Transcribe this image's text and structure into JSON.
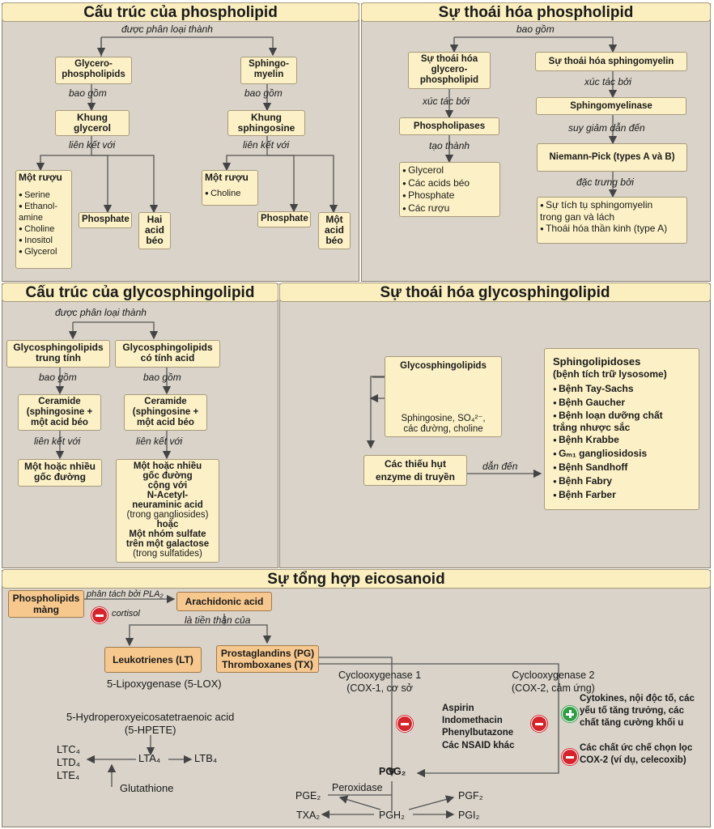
{
  "panels": {
    "p1_title": "Cấu trúc của phospholipid",
    "p2_title": "Sự thoái hóa phospholipid",
    "p3_title": "Cấu trúc của glycosphingolipid",
    "p4_title": "Sự thoái hóa glycosphingolipid",
    "p5_title": "Sự tổng hợp eicosanoid"
  },
  "p1": {
    "classified": "được phân loại thành",
    "glycero": "Glycero-\nphospholipids",
    "sphingo": "Sphingo-\nmyelin",
    "includes": "bao gồm",
    "glycerol_frame": "Khung\nglycerol",
    "sphingosine_frame": "Khung\nsphingosine",
    "linked_with": "liên kết với",
    "alcohol_title": "Một rượu",
    "alcohols": [
      "Serine",
      "Ethanol-\namine",
      "Choline",
      "Inositol",
      "Glycerol"
    ],
    "phosphate": "Phosphate",
    "two_fatty": "Hai\nacid\nbéo",
    "alcohol_title2": "Một rượu",
    "choline": "Choline",
    "phosphate2": "Phosphate",
    "one_fatty": "Một\nacid\nbéo"
  },
  "p2": {
    "includes": "bao gồm",
    "deg_glycero": "Sự thoái hóa\nglycero-\nphospholipid",
    "deg_sphingo": "Sự thoái hóa sphingomyelin",
    "catalyzed": "xúc tác bởi",
    "phospholipases": "Phospholipases",
    "sphingomyelinase": "Sphingomyelinase",
    "forms": "tạo thành",
    "deficiency_leads": "suy giảm dẫn đến",
    "products": [
      "Glycerol",
      "Các acids béo",
      "Phosphate",
      "Các rượu"
    ],
    "niemann": "Niemann-Pick (types A  và  B)",
    "characterized": "đặc trưng bởi",
    "features": [
      "Sự tích tụ sphingomyelin\ntrong gan và lách",
      "Thoái hóa thần kinh (type A)"
    ]
  },
  "p3": {
    "classified": "được phân loại thành",
    "neutral": "Glycosphingolipids\ntrung tính",
    "acidic": "Glycosphingolipids\ncó tính acid",
    "includes": "bao gồm",
    "ceramide": "Ceramide\n(sphingosine +\nmột acid béo",
    "linked_with": "liên kết với",
    "sugars": "Một hoặc nhiều\ngốc đường",
    "acid_lines": [
      "Một hoặc nhiều",
      "gốc đường",
      "cộng với",
      "N-Acetyl-",
      "neuraminic acid",
      "(trong gangliosides)",
      "hoặc",
      "Một nhóm sulfate",
      "trên một galactose",
      "(trong sulfatides)"
    ]
  },
  "p4": {
    "gsl": "Glycosphingolipids",
    "products": "Sphingosine, SO₄²⁻,\ncác đường, choline",
    "deficiency": "Các thiếu hụt\nenzyme di truyền",
    "leads_to": "dẫn đến",
    "spl_title": "Sphingolipidoses",
    "spl_sub": "(bệnh tích trữ lysosome)",
    "diseases": [
      "Bệnh Tay-Sachs",
      "Bệnh Gaucher",
      "Bệnh loạn dưỡng chất\ntrắng nhược sắc",
      "Bệnh Krabbe",
      "Gₘ₁ gangliosidosis",
      "Bệnh Sandhoff",
      "Bệnh Fabry",
      "Bệnh Farber"
    ]
  },
  "p5": {
    "membrane": "Phospholipids\nmàng",
    "cleaved": "phân tách bởi PLA₂",
    "cortisol": "cortisol",
    "arachidonic": "Arachidonic acid",
    "precursor": "là tiền thân của",
    "leukotrienes": "Leukotrienes (LT)",
    "pg_tx": "Prostaglandins (PG)\nThromboxanes (TX)",
    "lox": "5-Lipoxygenase (5-LOX)",
    "hpete": "5-Hydroperoxyeicosatetraenoic acid\n(5-HPETE)",
    "lta4": "LTA₄",
    "ltb4": "LTB₄",
    "ltc": "LTC₄\nLTD₄\nLTE₄",
    "glutathione": "Glutathione",
    "cox1": "Cyclooxygenase 1\n(COX-1,  cơ sở",
    "cox2": "Cyclooxygenase 2\n(COX-2,  cảm ứng)",
    "nsaids": "Aspirin\nIndomethacin\nPhenylbutazone",
    "other_nsaids": "Các NSAID khác",
    "stimulators": "Cytokines, nội độc tố, các\nyếu tố tăng trưởng, các\nchất tăng cường khối u",
    "cox2_inhibitors": "Các chất ức chế chọn lọc\nCOX-2 (ví dụ, celecoxib)",
    "pgg2": "PGG₂",
    "peroxidase": "Peroxidase",
    "pgh2": "PGH₂",
    "pge2": "PGE₂",
    "pgf2": "PGF₂",
    "txa2": "TXA₂",
    "pgi2": "PGI₂"
  }
}
